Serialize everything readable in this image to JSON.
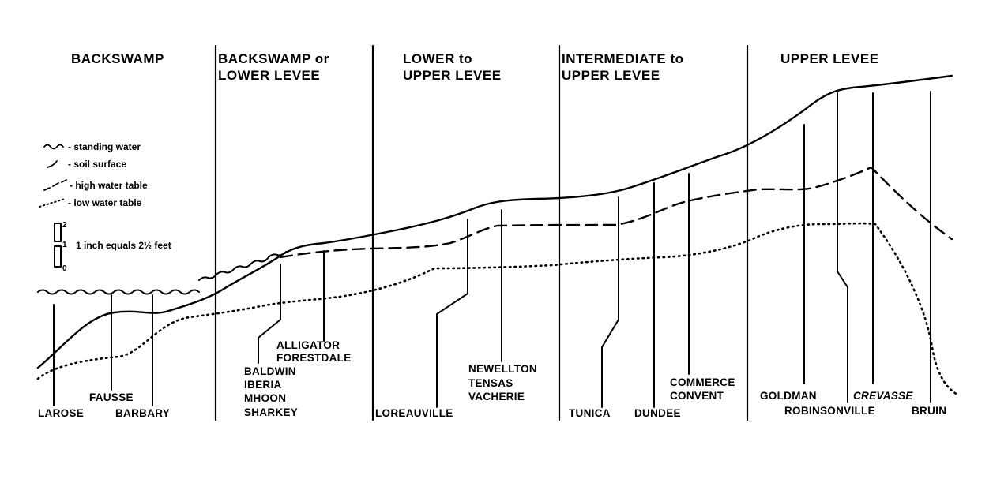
{
  "zones": [
    {
      "line1": "BACKSWAMP",
      "line2": ""
    },
    {
      "line1": "BACKSWAMP or",
      "line2": "LOWER LEVEE"
    },
    {
      "line1": "LOWER to",
      "line2": "UPPER LEVEE"
    },
    {
      "line1": "INTERMEDIATE to",
      "line2": "UPPER LEVEE"
    },
    {
      "line1": "UPPER LEVEE",
      "line2": ""
    }
  ],
  "legend": {
    "standing_water": "- standing water",
    "soil_surface": "- soil surface",
    "high_water_table": "- high water table",
    "low_water_table": "- low water table"
  },
  "scale": {
    "tick_top": "2",
    "tick_mid": "1",
    "tick_bottom": "0",
    "label": "1 inch equals 2½ feet"
  },
  "series": {
    "larose": "LAROSE",
    "fausse": "FAUSSE",
    "barbary": "BARBARY",
    "alligator": "ALLIGATOR",
    "forestdale": "FORESTDALE",
    "baldwin": "BALDWIN",
    "iberia": "IBERIA",
    "mhoon": "MHOON",
    "sharkey": "SHARKEY",
    "loreauville": "LOREAUVILLE",
    "newellton": "NEWELLTON",
    "tensas": "TENSAS",
    "vacherie": "VACHERIE",
    "tunica": "TUNICA",
    "dundee": "DUNDEE",
    "commerce": "COMMERCE",
    "convent": "CONVENT",
    "goldman": "GOLDMAN",
    "crevasse": "CREVASSE",
    "robinsonville": "ROBINSONVILLE",
    "bruin": "BRUIN"
  }
}
